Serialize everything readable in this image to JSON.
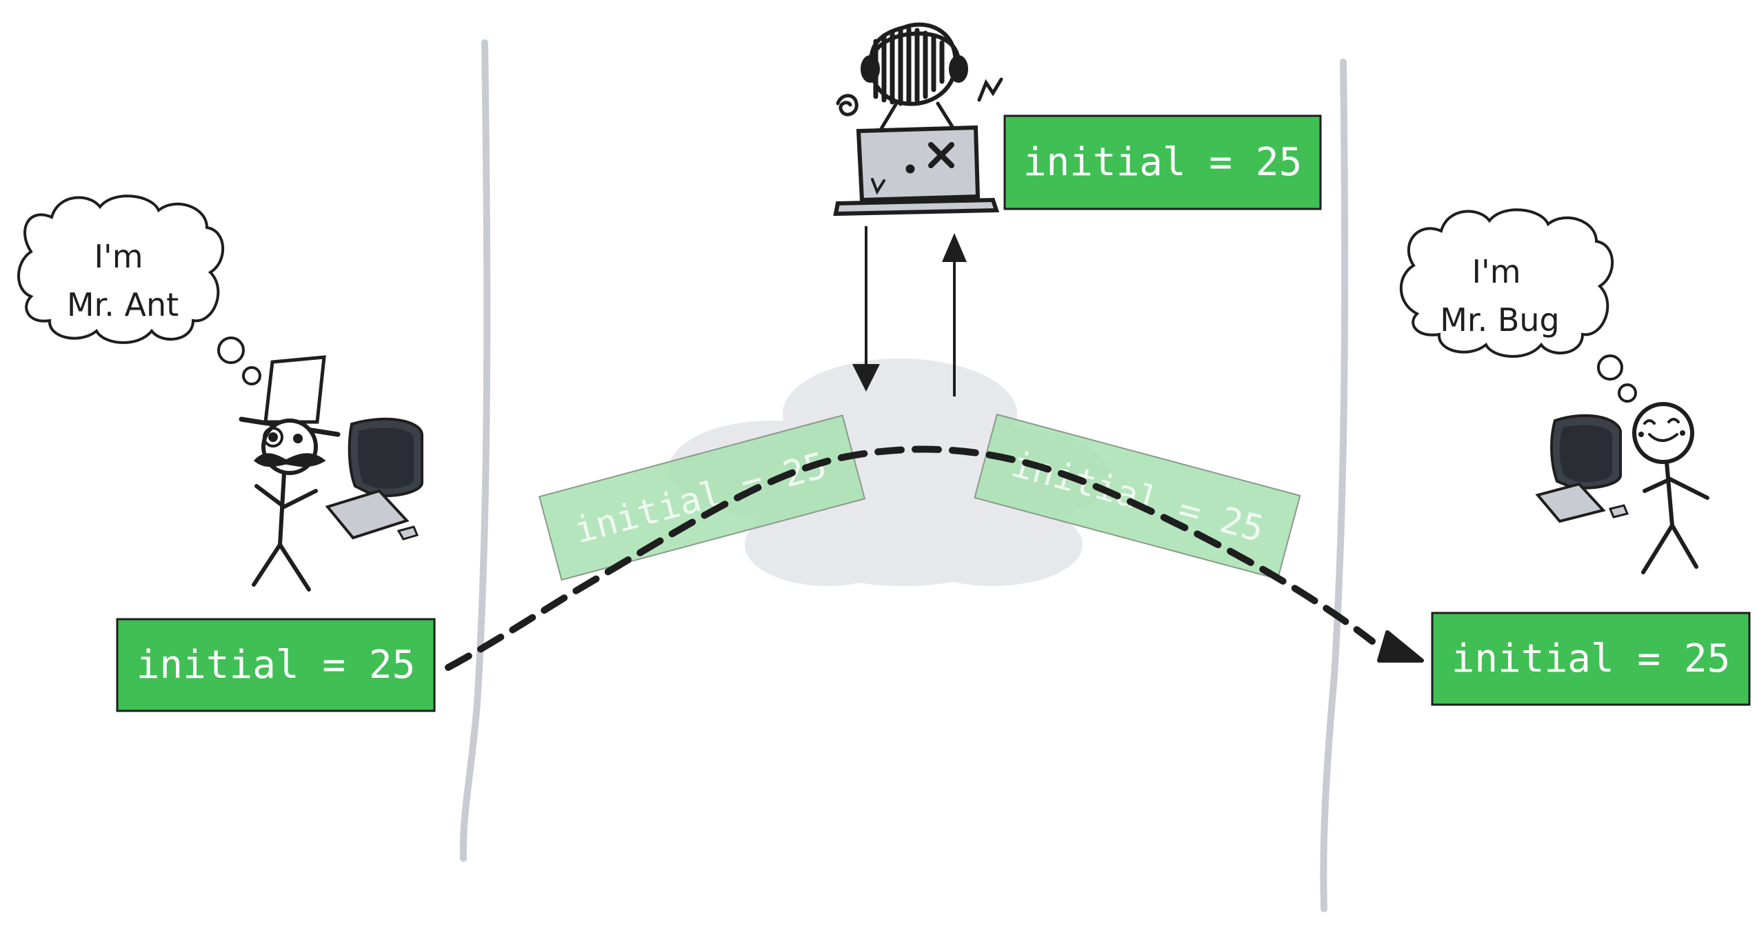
{
  "boxes": {
    "ant_value": "initial = 25",
    "attacker_value": "initial = 25",
    "bug_value": "initial = 25",
    "transit_left": "initial = 25",
    "transit_right": "initial = 25"
  },
  "thoughts": {
    "ant": {
      "line1": "I'm",
      "line2": "Mr. Ant"
    },
    "bug": {
      "line1": "I'm",
      "line2": "Mr. Bug"
    }
  },
  "colors": {
    "box_fill": "#40bf55",
    "box_text": "#ffffff",
    "transit_fill": "#a8e0b0",
    "wall": "#c8ccd2",
    "cloud": "#e6e8eb",
    "ink": "#1e1e1e"
  },
  "icons": {
    "ant": "stick-figure-top-hat-monocle-icon",
    "bug": "stick-figure-smiling-icon",
    "attacker": "hacker-with-laptop-icon",
    "computers": "desktop-computer-icon",
    "network": "cloud-icon"
  }
}
